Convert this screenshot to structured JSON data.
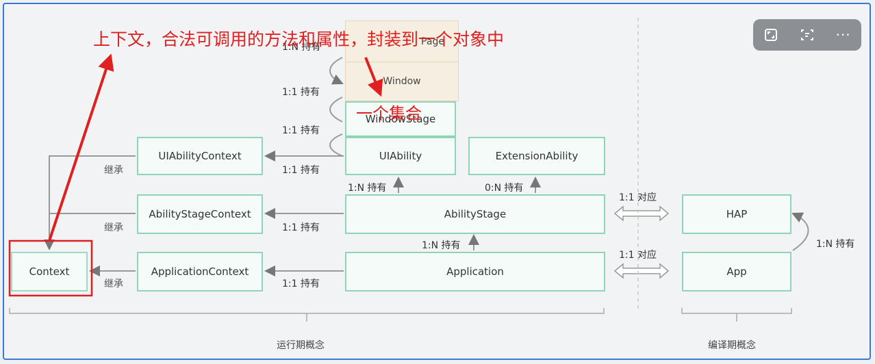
{
  "annotation": {
    "title": "上下文，合法可调用的方法和属性，封装到一个对象中",
    "collection_note": "一个集合"
  },
  "boxes": {
    "page": "Page",
    "window": "Window",
    "window_stage": "WindowStage",
    "ui_ability": "UIAbility",
    "extension_ability": "ExtensionAbility",
    "ability_stage": "AbilityStage",
    "application": "Application",
    "ui_ability_context": "UIAbilityContext",
    "ability_stage_context": "AbilityStageContext",
    "application_context": "ApplicationContext",
    "context": "Context",
    "hap": "HAP",
    "app": "App"
  },
  "labels": {
    "page_hold": "1:N 持有",
    "window_hold": "1:1 持有",
    "stage_hold": "1:1 持有",
    "uiability_ctx_hold": "1:1 持有",
    "abilitystage_ctx_hold": "1:1 持有",
    "app_ctx_hold": "1:1 持有",
    "uiability_n_hold": "1:N 持有",
    "extension_n_hold": "0:N 持有",
    "abilitystage_n_hold": "1:N 持有",
    "inherit_1": "继承",
    "inherit_2": "继承",
    "inherit_3": "继承",
    "map_1": "1:1 对应",
    "map_2": "1:1 对应",
    "hap_app_hold": "1:N 持有"
  },
  "footer": {
    "runtime": "运行期概念",
    "compile": "编译期概念"
  },
  "toolbar": {
    "expand_icon": "expand-icon",
    "ocr_icon": "text-scan-icon",
    "more_label": "···"
  },
  "colors": {
    "box_border": "#8fd3b9",
    "annotation_red": "#e02020",
    "frame_blue": "#3a78d4"
  }
}
